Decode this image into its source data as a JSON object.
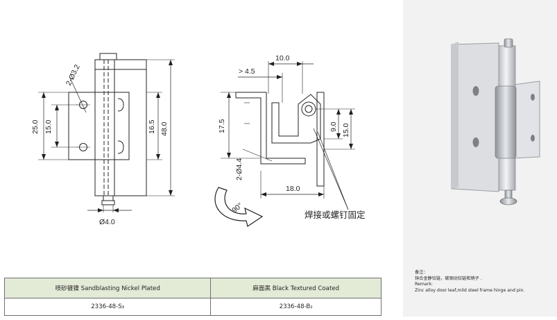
{
  "drawing": {
    "front_view": {
      "hole_label": "2-Ø3.2",
      "height_outer": "25.0",
      "height_inner": "15.0",
      "mid_height": "16.5",
      "total_height": "48.0",
      "pin_dia": "Ø4.0"
    },
    "side_view": {
      "width_top": "10.0",
      "offset": "> 4.5",
      "leaf_height": "17.5",
      "hole_label": "2-Ø4.4",
      "h9": "9.0",
      "h15": "15.0",
      "width_bottom": "18.0",
      "rotation": "90°",
      "note_cn": "焊接或螺钉固定"
    }
  },
  "remark": {
    "title_cn": "备注：",
    "body_cn": "锌合金静铰链，碳钢动铰链和销子 .",
    "title_en": "Remark:",
    "body_en": "Zinc alloy door leaf,mild steel frame hinge and pin."
  },
  "table": {
    "headers": [
      "喷砂镀镍 Sandblasting Nickel Plated",
      "麻面黑 Black Textured Coated"
    ],
    "codes": [
      "2336-48-S₃",
      "2336-48-B₂"
    ]
  }
}
